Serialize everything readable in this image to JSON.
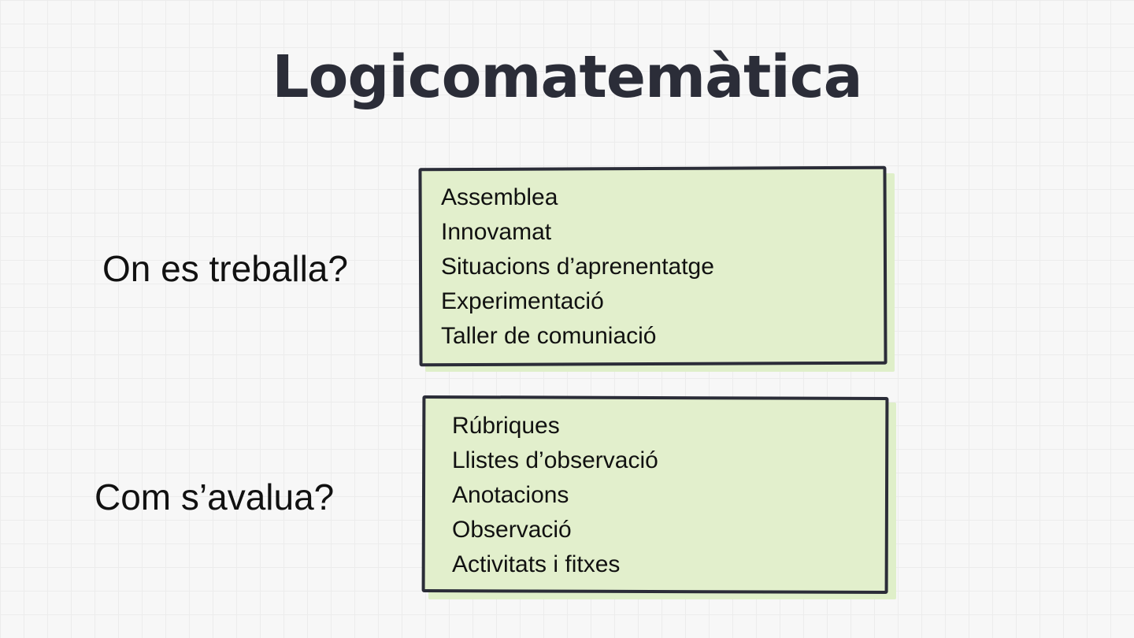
{
  "slide": {
    "title": "Logicomatemàtica"
  },
  "sections": [
    {
      "question": "On es treballa?",
      "items": [
        "Assemblea",
        "Innovamat",
        "Situacions d’aprenentatge",
        "Experimentació",
        "Taller de comuniació"
      ]
    },
    {
      "question": "Com s’avalua?",
      "items": [
        "Rúbriques",
        "Llistes d’observació",
        "Anotacions",
        "Observació",
        "Activitats i fitxes"
      ]
    }
  ],
  "colors": {
    "background": "#f7f7f7",
    "box_fill": "#e2efcc",
    "box_border": "#2b2d38",
    "title": "#2b2d38"
  }
}
